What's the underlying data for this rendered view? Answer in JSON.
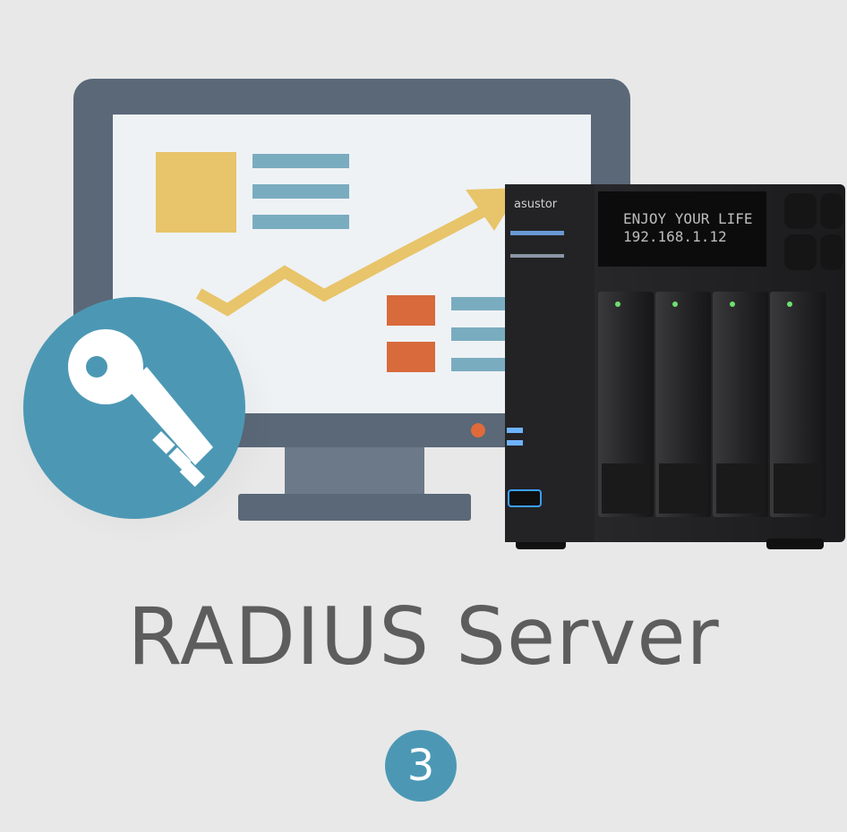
{
  "title": "RADIUS Server",
  "step_number": "3",
  "nas": {
    "brand": "asustor",
    "lcd_line1": "ENJOY YOUR LIFE",
    "lcd_line2": "192.168.1.12"
  },
  "icons": {
    "key": "key-icon",
    "monitor": "monitor-icon",
    "nas": "nas-device-icon"
  },
  "colors": {
    "background": "#e8e8e8",
    "accent_blue": "#4c98b4",
    "title_text": "#5d5d5d",
    "monitor_frame": "#5a6878",
    "chart_yellow": "#e8c46a",
    "chart_orange": "#d86a3c",
    "chart_lines": "#7aacc0"
  }
}
